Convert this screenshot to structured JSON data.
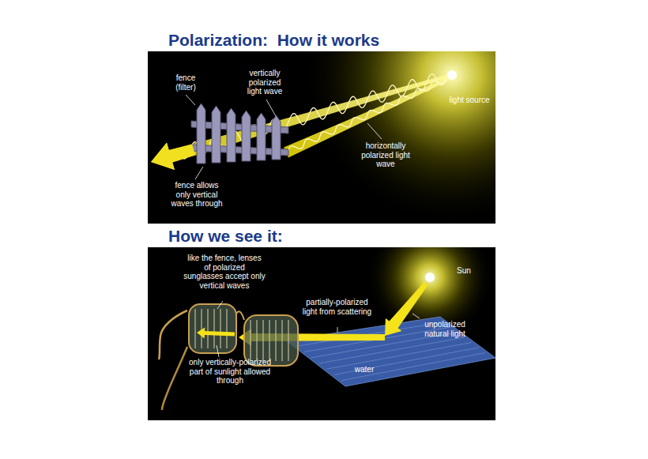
{
  "diagram": {
    "nodes": [
      {
        "text": [
          "Polarization:  How it works"
        ]
      },
      {
        "text": [
          "How we see it:"
        ]
      }
    ],
    "labels": [
      "fence (filter)",
      "vertically polarized light wave",
      "light source",
      "horizontally polarized light wave",
      "fence allows only vertical waves through",
      "like the fence, lenses of polarized sunglasses accept only vertical waves",
      "Sun",
      "partially-polarized light from scattering",
      "unpolarized natural light",
      "water",
      "only vertically-polarized part of sunlight allowed through"
    ]
  }
}
